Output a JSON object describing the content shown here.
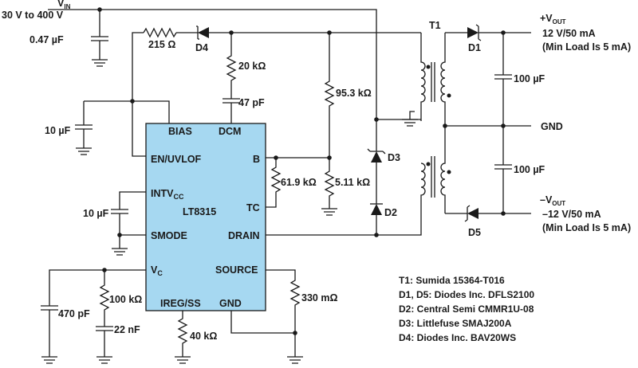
{
  "input": {
    "vin_main": "V",
    "vin_sub": "IN",
    "range": "30 V to 400 V",
    "cap": "0.47 µF"
  },
  "bias_path": {
    "resistor": "215 Ω",
    "diode": "D4",
    "dcm_resistor": "20 kΩ",
    "dcm_cap": "47 pF",
    "bias_cap": "10 µF"
  },
  "ic": {
    "name": "LT8315",
    "pins": {
      "bias": "BIAS",
      "dcm": "DCM",
      "en": "EN/UVLOF",
      "b": "B",
      "intv_main": "INTV",
      "intv_sub": "CC",
      "tc": "TC",
      "smode": "SMODE",
      "drain": "DRAIN",
      "vc_main": "V",
      "vc_sub": "C",
      "source": "SOURCE",
      "ireg": "IREG/SS",
      "gnd": "GND"
    }
  },
  "feedback": {
    "r_top": "95.3 kΩ",
    "r_bot": "5.11 kΩ",
    "r_tc": "61.9 kΩ"
  },
  "intv_cap": "10 µF",
  "comp": {
    "c1": "470 pF",
    "r1": "100 kΩ",
    "c2": "22 nF"
  },
  "ireg_res": "40 kΩ",
  "sense_res": "330 mΩ",
  "clamp": {
    "d3": "D3",
    "d2": "D2"
  },
  "transformer": {
    "name": "T1"
  },
  "output_pos": {
    "diode": "D1",
    "label_main": "+V",
    "label_sub": "OUT",
    "rating": "12 V/50 mA",
    "note": "(Min Load Is 5 mA)",
    "cap": "100 µF"
  },
  "output_gnd": "GND",
  "output_neg": {
    "diode": "D5",
    "label_main": "–V",
    "label_sub": "OUT",
    "rating": "–12 V/50 mA",
    "note": "(Min Load Is 5 mA)",
    "cap": "100 µF"
  },
  "parts_list": [
    "T1: Sumida 15364-T016",
    "D1, D5: Diodes Inc. DFLS2100",
    "D2: Central Semi CMMR1U-08",
    "D3: Littlefuse SMAJ200A",
    "D4: Diodes Inc. BAV20WS"
  ],
  "colors": {
    "ic_fill": "#a6d8f1",
    "ic_stroke": "#1a1a1a"
  }
}
